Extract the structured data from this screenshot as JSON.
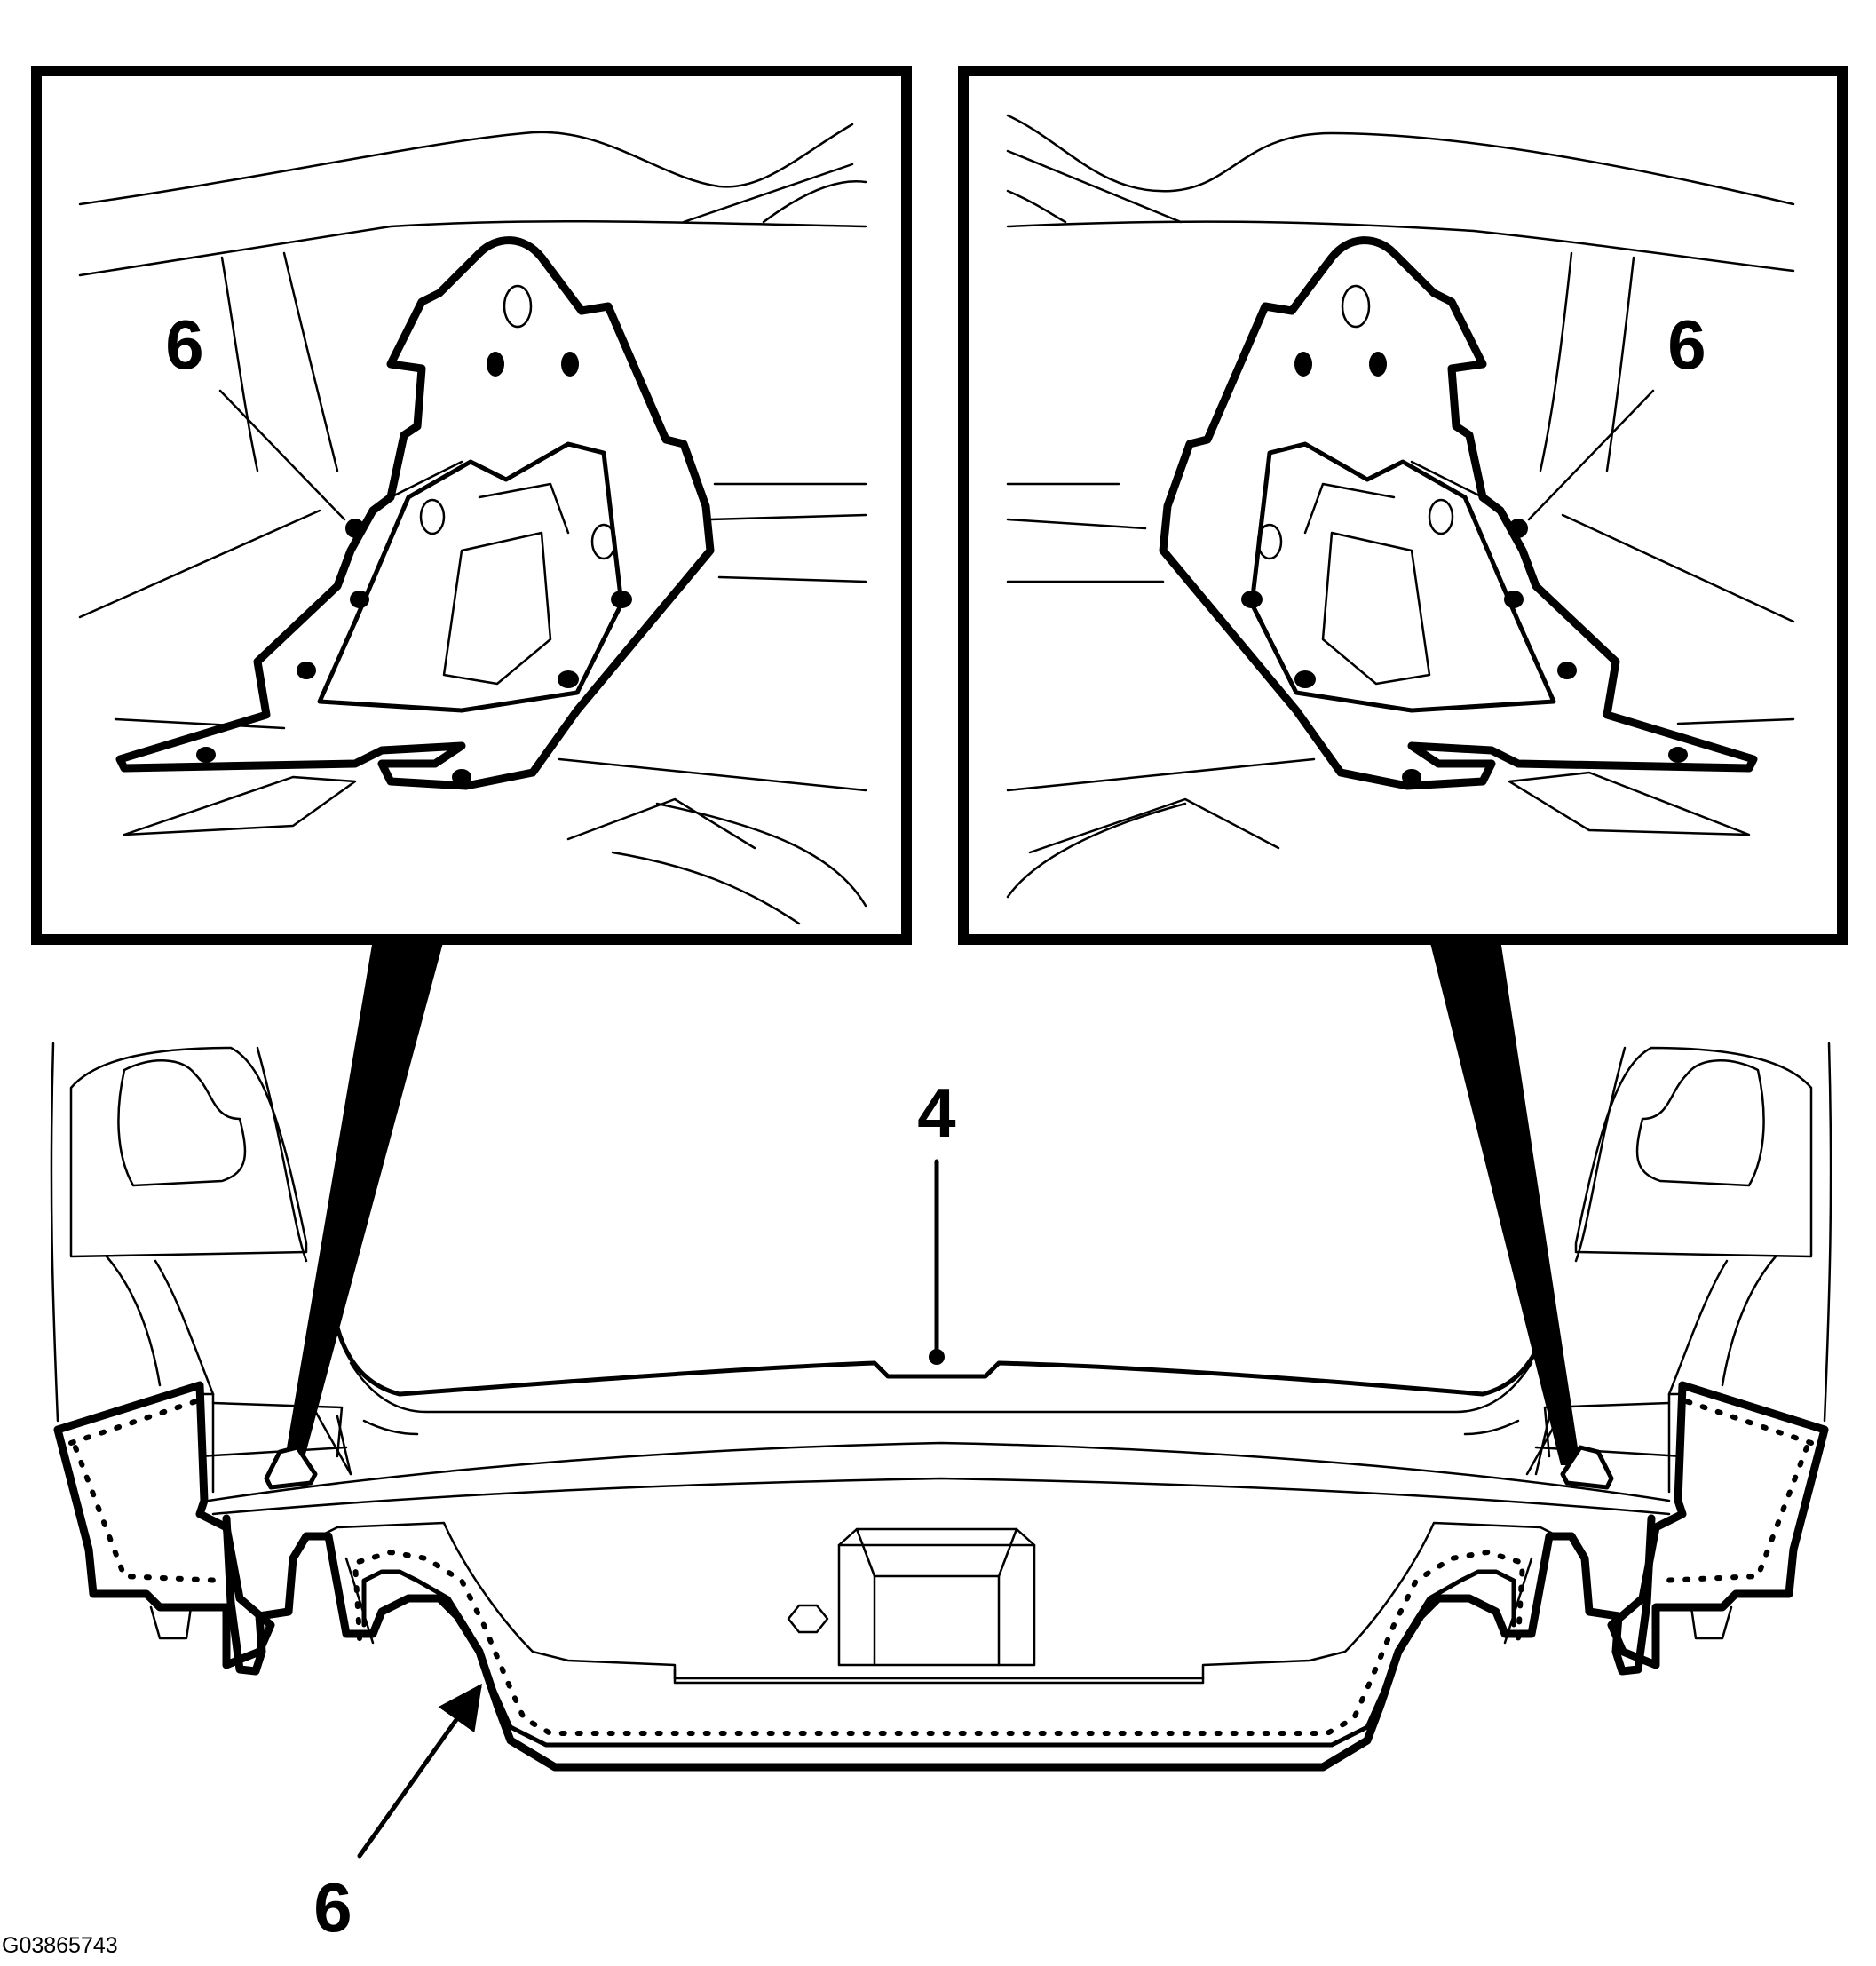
{
  "callouts": {
    "top_left": "6",
    "top_right": "6",
    "center": "4",
    "bottom": "6"
  },
  "figure_id": "G03865743",
  "colors": {
    "ink": "#000000",
    "paper": "#ffffff"
  }
}
